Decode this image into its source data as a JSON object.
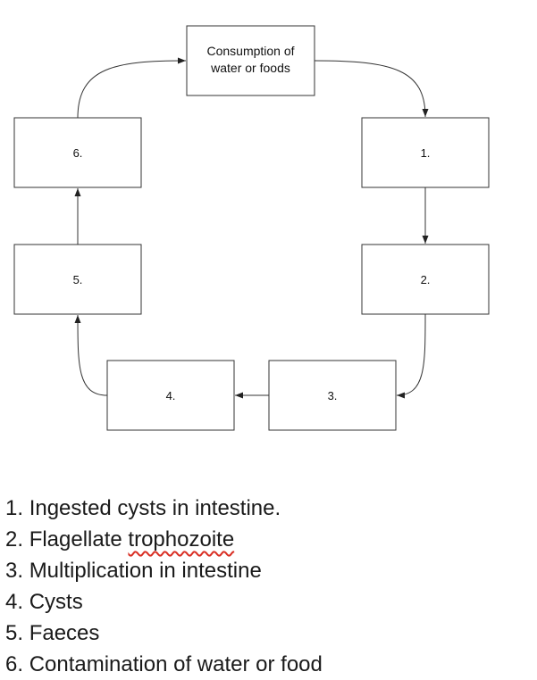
{
  "diagram": {
    "boxes": {
      "consumption": {
        "line1": "Consumption of",
        "line2": "water or foods"
      },
      "b1": "1.",
      "b2": "2.",
      "b3": "3.",
      "b4": "4.",
      "b5": "5.",
      "b6": "6."
    }
  },
  "legend": [
    {
      "number": "1.",
      "text": "Ingested cysts in intestine."
    },
    {
      "number": "2.",
      "text": "Flagellate",
      "flagged": "trophozoite"
    },
    {
      "number": "3.",
      "text": "Multiplication in intestine"
    },
    {
      "number": "4.",
      "text": "Cysts"
    },
    {
      "number": "5.",
      "text": "Faeces"
    },
    {
      "number": "6.",
      "text": "Contamination of water or food"
    }
  ]
}
